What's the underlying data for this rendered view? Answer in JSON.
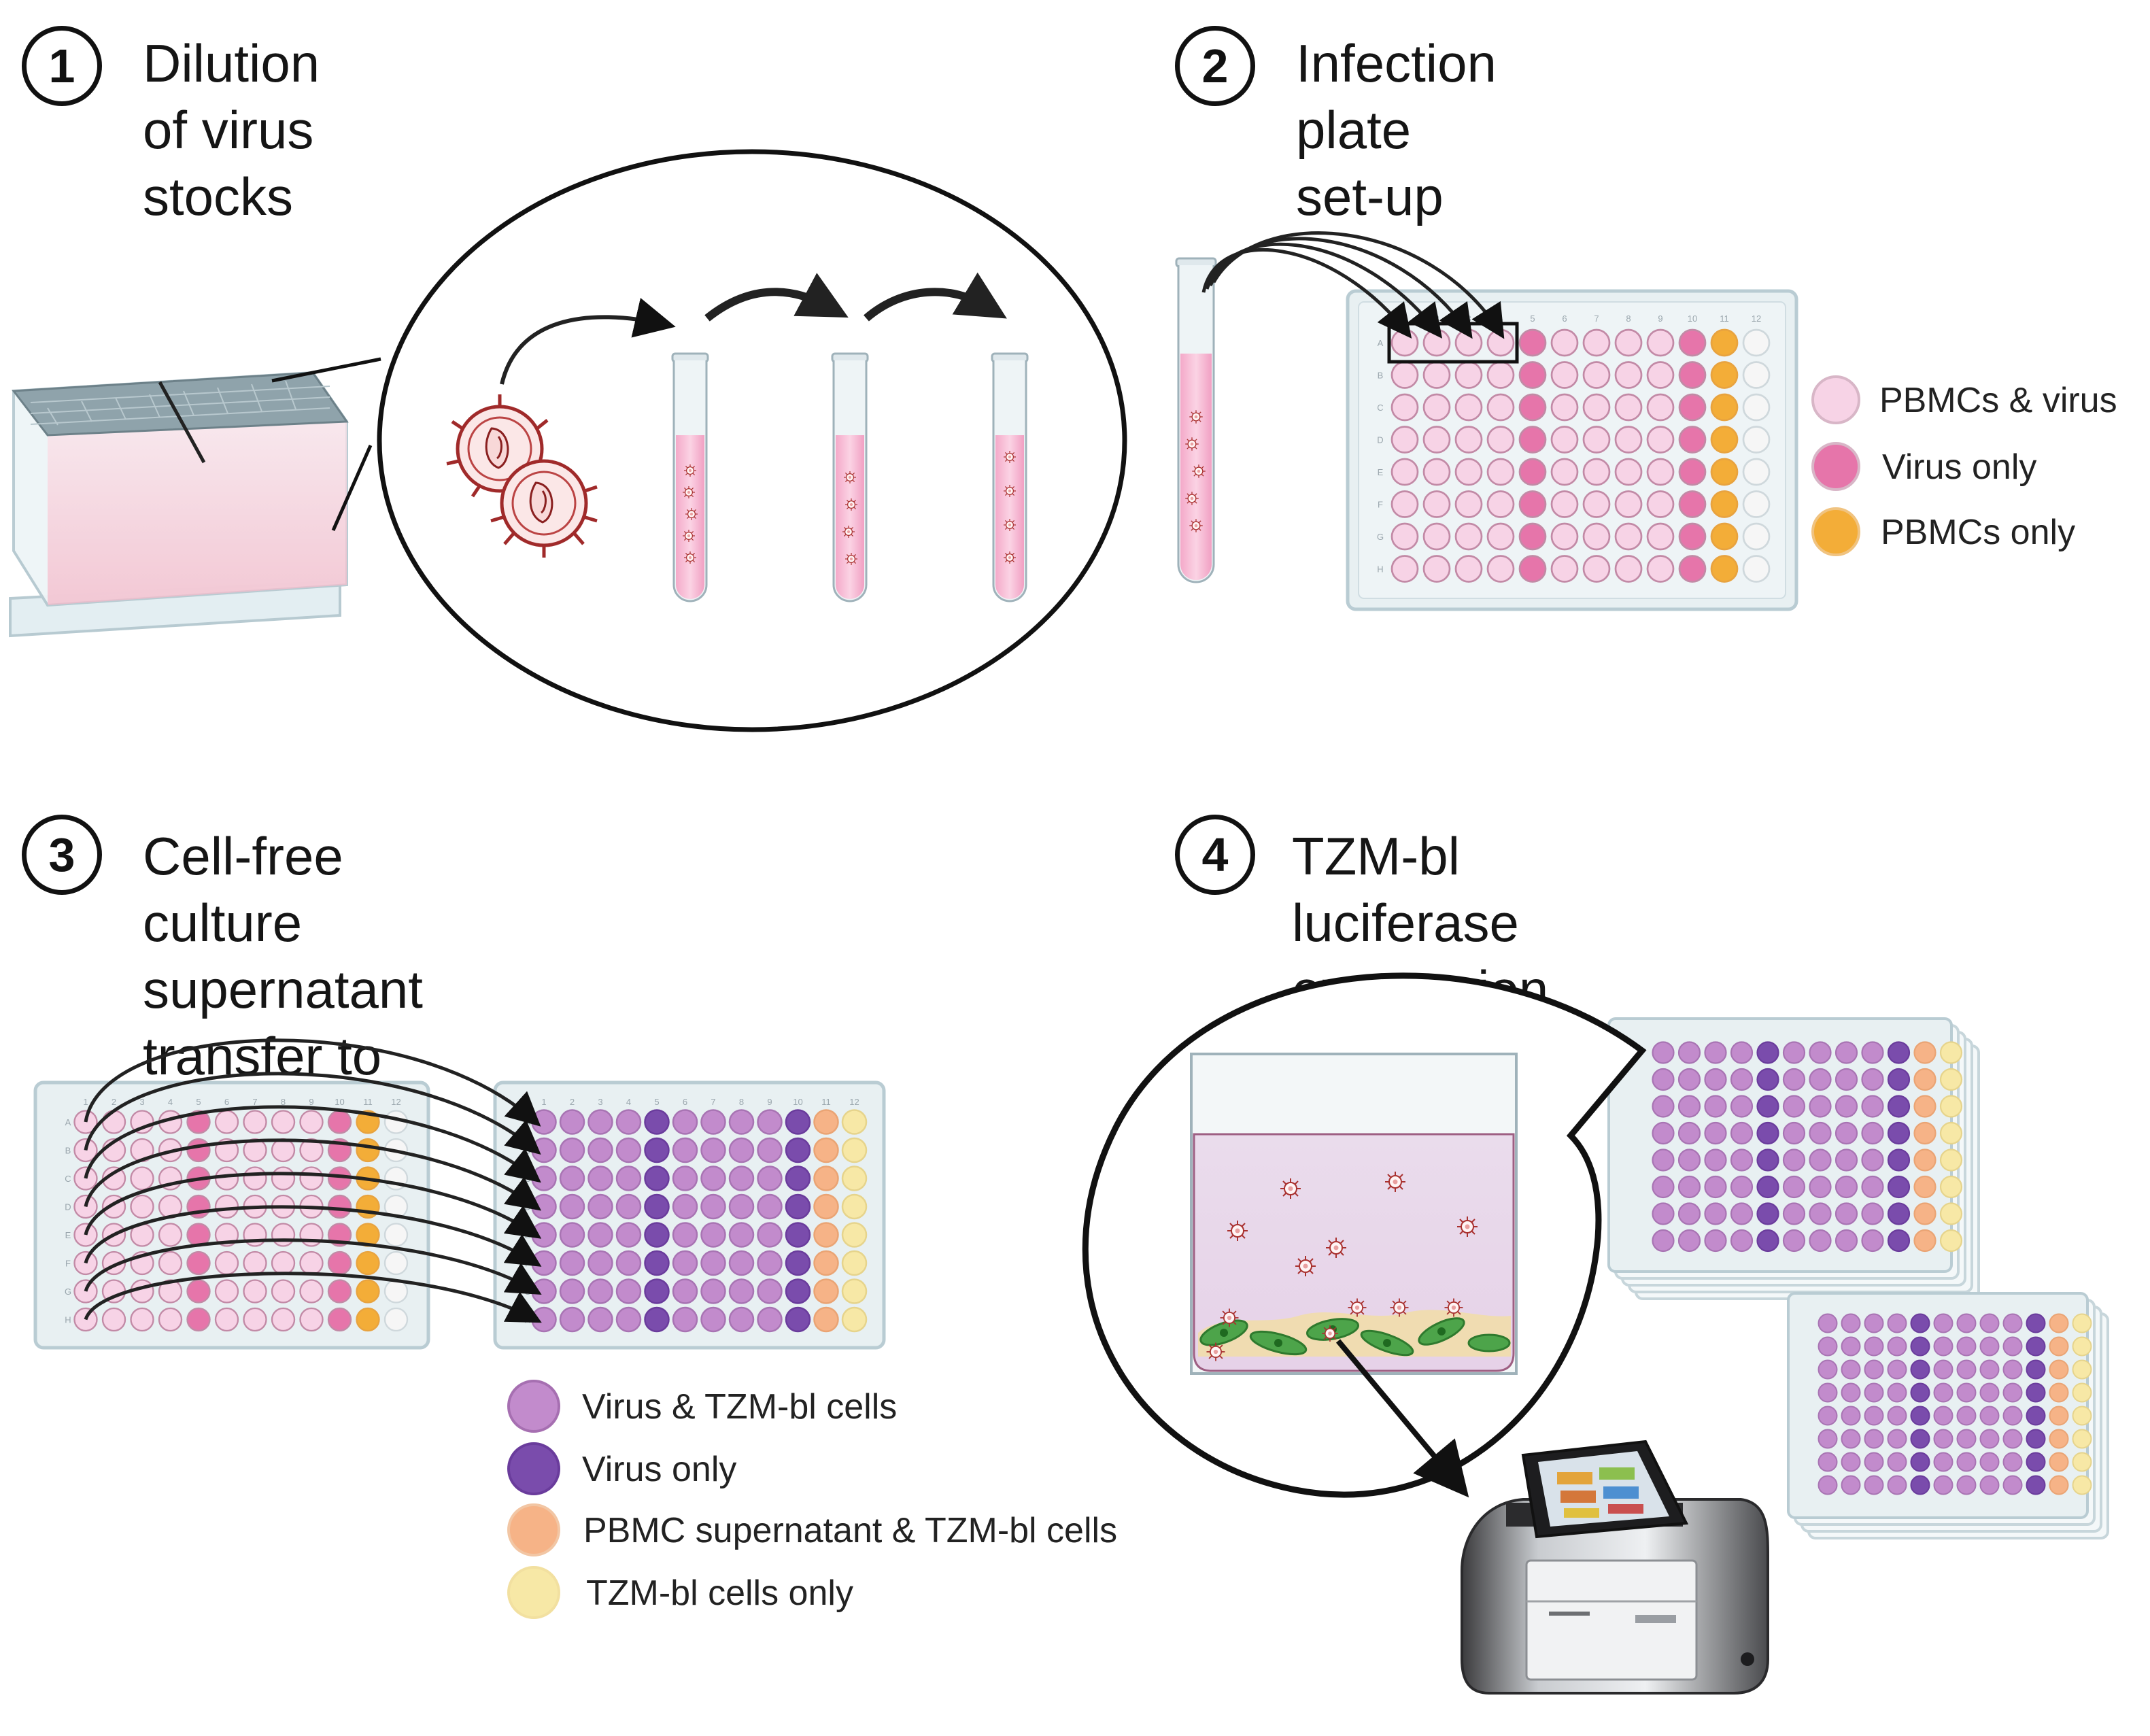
{
  "steps": [
    {
      "number": "1",
      "title": "Dilution of virus stocks"
    },
    {
      "number": "2",
      "title": "Infection plate set-up"
    },
    {
      "number": "3",
      "title": "Cell-free culture supernatant\ntransfer to TZM-bl reporter cells"
    },
    {
      "number": "4",
      "title": "TZM-bl luciferase expression\nreadout"
    }
  ],
  "legend_infection": [
    {
      "label": "PBMCs & virus",
      "color": "#f7d3e6"
    },
    {
      "label": "Virus only",
      "color": "#e675aa"
    },
    {
      "label": "PBMCs only",
      "color": "#f3ad38"
    }
  ],
  "legend_tzm": [
    {
      "label": "Virus & TZM-bl cells",
      "color": "#c28bcc"
    },
    {
      "label": "Virus only",
      "color": "#7a4cac"
    },
    {
      "label": "PBMC supernatant & TZM-bl cells",
      "color": "#f6b387"
    },
    {
      "label": "TZM-bl cells only",
      "color": "#f7e8a6"
    }
  ],
  "plate_columns": [
    "1",
    "2",
    "3",
    "4",
    "5",
    "6",
    "7",
    "8",
    "9",
    "10",
    "11",
    "12"
  ],
  "plate_rows": [
    "A",
    "B",
    "C",
    "D",
    "E",
    "F",
    "G",
    "H"
  ],
  "colors": {
    "pbmc_virus": "#f7d3e6",
    "virus_only_infection": "#e675aa",
    "pbmc_only": "#f3ad38",
    "empty_well": "#f6f6f6",
    "tzm_virus": "#c28bcc",
    "tzm_virus_only": "#7a4cac",
    "pbmc_supernatant": "#f6b387",
    "tzm_only": "#f7e8a6",
    "plate": "#e4eef1"
  },
  "icons": [
    "virus-icon",
    "test-tube-icon",
    "deep-well-block-icon",
    "96-well-plate-icon",
    "luminometer-icon",
    "cell-culture-well-icon"
  ]
}
